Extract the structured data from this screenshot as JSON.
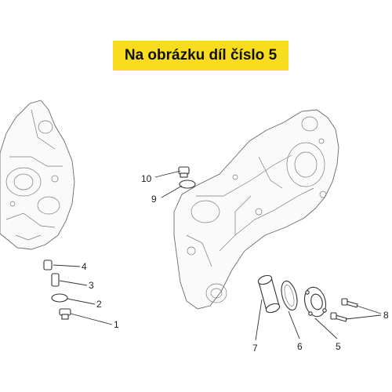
{
  "banner": {
    "text": "Na obrázku díl číslo 5",
    "color": "#f7dc1f"
  },
  "callouts": {
    "c1": "1",
    "c2": "2",
    "c3": "3",
    "c4": "4",
    "c5": "5",
    "c6": "6",
    "c7": "7",
    "c8": "8",
    "c9": "9",
    "c10": "10"
  }
}
